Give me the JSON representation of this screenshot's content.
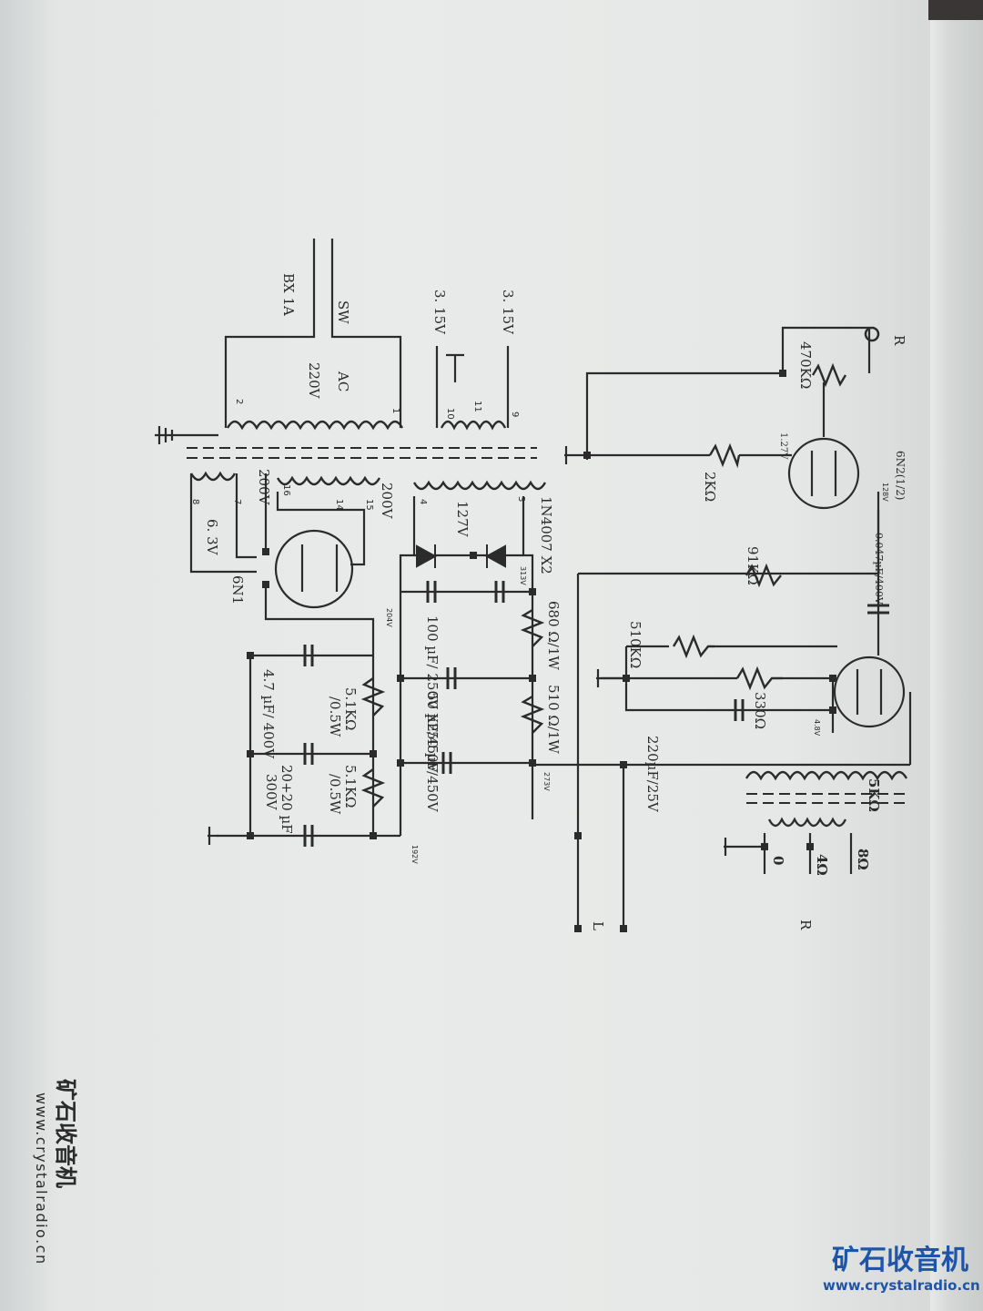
{
  "page": {
    "caption": "www.crystalradio.cn",
    "brand": "矿石收音机"
  },
  "labels": {
    "ac_in": "AC",
    "ac_volt": "220V",
    "fuse": "BX 1A",
    "switch": "SW",
    "heater_a": "3. 15V",
    "heater_b": "3. 15V",
    "sec_200v_a": "200V",
    "sec_200v_b": "200V",
    "sec_127v": "127V",
    "sec_63v": "6. 3V",
    "rect_tube": "6N1",
    "diodes": "1N4007 X2",
    "cap_100": "100 µF/ 250V X2",
    "res_680": "680 Ω/1W",
    "res_510b": "510 Ω/1W",
    "cap_47": "4.7 µF/ 400V",
    "cap_50a": "50 µF/450V",
    "cap_50b": "50 µF/450V",
    "res_5k1a": "5.1KΩ",
    "res_5k1a_w": "/0.5W",
    "res_5k1b": "5.1KΩ",
    "res_5k1b_w": "/0.5W",
    "cap_2020": "20+20 µF",
    "cap_2020_v": "300V",
    "pot_470k": "470KΩ",
    "r_in": "R",
    "res_2k": "2KΩ",
    "v_127": "1.27V",
    "tube_6n2": "6N2(1/2)",
    "res_91k": "91KΩ",
    "cap_coupling": "0.047µF/400V",
    "res_510k": "510KΩ",
    "res_330": "330Ω",
    "cap_220": "220µF/25V",
    "otx": "5KΩ",
    "tap_0": "0",
    "tap_4": "4Ω",
    "tap_8": "8Ω",
    "out_l": "L",
    "out_r": "R",
    "pin_1": "1",
    "pin_2": "2",
    "pin_9": "9",
    "pin_10": "10",
    "pin_11": "11",
    "pin_3": "3",
    "pin_4": "4",
    "pin_7": "7",
    "pin_8": "8",
    "pin_14": "14",
    "pin_15": "15",
    "pin_16": "16",
    "v_204": "204V",
    "v_313": "313V",
    "v_273": "273V",
    "v_192": "192V",
    "v_128": "128V",
    "v_48": "4.8V"
  },
  "colors": {
    "ink": "#2b2b2b",
    "watermark": "#1f55a8"
  }
}
